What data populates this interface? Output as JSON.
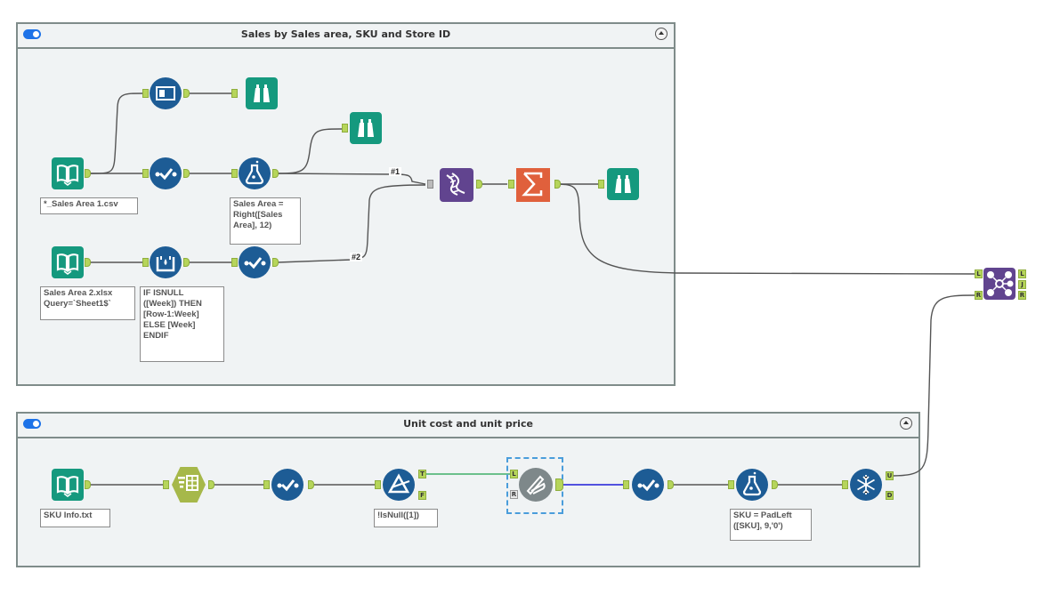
{
  "containers": [
    {
      "id": "c1",
      "title": "Sales by Sales area, SKU and Store ID",
      "enabled": true,
      "expanded": true
    },
    {
      "id": "c2",
      "title": "Unit cost and unit price",
      "enabled": true,
      "expanded": true
    }
  ],
  "annotations": {
    "input1": "*_Sales Area 1.csv",
    "formula1": "Sales Area =\nRight([Sales\nArea], 12)",
    "input2": "Sales Area 2.xlsx\nQuery=`Sheet1$`",
    "multirow": "IF ISNULL\n([Week]) THEN\n[Row-1:Week]\nELSE [Week]\nENDIF",
    "input3": "SKU Info.txt",
    "filter": "!IsNull([1])",
    "formula2": "SKU = PadLeft\n([SKU], 9,'0')"
  },
  "connection_labels": {
    "union_in1": "#1",
    "union_in2": "#2"
  },
  "anchor_labels": {
    "join_in_left": "L",
    "join_in_right": "R",
    "join_out_left": "L",
    "join_out_join": "J",
    "join_out_right": "R",
    "filter_true": "T",
    "filter_false": "F",
    "findreplace_left": "L",
    "findreplace_right": "R",
    "unique_u": "U",
    "unique_d": "D"
  },
  "colors": {
    "input_teal": "#15997e",
    "prep_blue": "#1d5c95",
    "join_purple": "#61448f",
    "summarize_orange": "#e0603c",
    "parse_olive": "#a6b84a",
    "anchor_green": "#b6d55b",
    "toggle_blue": "#1e73e8",
    "selection_blue": "#4a9ddb",
    "wire_true_green": "#6cc08b",
    "wire_blue": "#3b3bdc"
  },
  "tools": [
    {
      "id": "input1",
      "type": "input-data",
      "icon": "book-icon"
    },
    {
      "id": "sample1",
      "type": "preparation",
      "icon": "window-icon"
    },
    {
      "id": "browse1",
      "type": "browse",
      "icon": "binoculars-icon"
    },
    {
      "id": "select1",
      "type": "select",
      "icon": "check-icon"
    },
    {
      "id": "formula1",
      "type": "formula",
      "icon": "flask-icon"
    },
    {
      "id": "browse2",
      "type": "browse",
      "icon": "binoculars-icon"
    },
    {
      "id": "input2",
      "type": "input-data",
      "icon": "book-icon"
    },
    {
      "id": "multirow",
      "type": "multi-row-formula",
      "icon": "multirow-icon"
    },
    {
      "id": "select2",
      "type": "select",
      "icon": "check-icon"
    },
    {
      "id": "union",
      "type": "union",
      "icon": "dna-icon"
    },
    {
      "id": "summarize",
      "type": "summarize",
      "icon": "sigma-icon"
    },
    {
      "id": "browse3",
      "type": "browse",
      "icon": "binoculars-icon"
    },
    {
      "id": "join",
      "type": "join",
      "icon": "join-icon"
    },
    {
      "id": "input3",
      "type": "input-data",
      "icon": "book-icon"
    },
    {
      "id": "texttocols",
      "type": "text-to-columns",
      "icon": "columns-icon"
    },
    {
      "id": "select3",
      "type": "select",
      "icon": "check-icon"
    },
    {
      "id": "filter",
      "type": "filter",
      "icon": "filter-icon"
    },
    {
      "id": "findreplace",
      "type": "find-replace",
      "icon": "pen-icon",
      "selected": true
    },
    {
      "id": "select4",
      "type": "select",
      "icon": "check-icon"
    },
    {
      "id": "formula2",
      "type": "formula",
      "icon": "flask-icon"
    },
    {
      "id": "unique",
      "type": "unique",
      "icon": "snowflake-icon"
    }
  ]
}
